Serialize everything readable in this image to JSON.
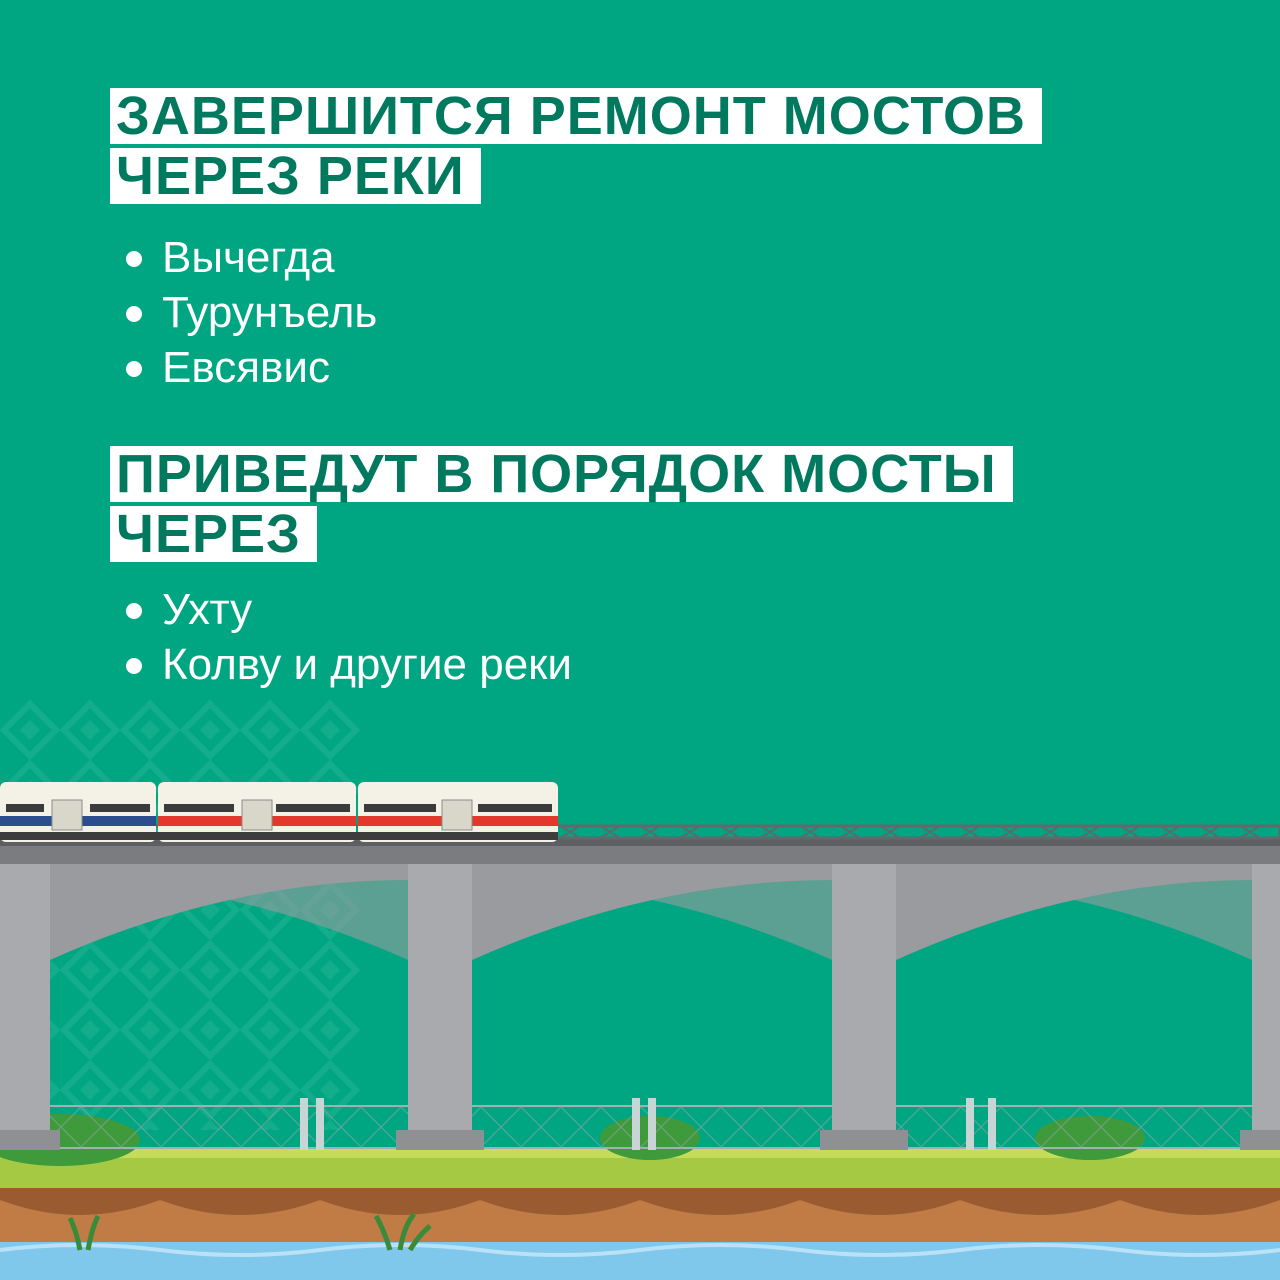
{
  "section1": {
    "heading_lines": [
      "ЗАВЕРШИТСЯ РЕМОНТ МОСТОВ",
      "ЧЕРЕЗ РЕКИ"
    ],
    "items": [
      "Вычегда",
      "Турунъель",
      "Евсявис"
    ]
  },
  "section2": {
    "heading_lines": [
      "ПРИВЕДУТ В ПОРЯДОК МОСТЫ",
      "ЧЕРЕЗ"
    ],
    "items": [
      "Ухту",
      "Колву и другие реки"
    ]
  },
  "colors": {
    "background": "#00a682",
    "heading_text": "#00795f",
    "heading_bg": "#ffffff",
    "bullet_text": "#ffffff"
  }
}
